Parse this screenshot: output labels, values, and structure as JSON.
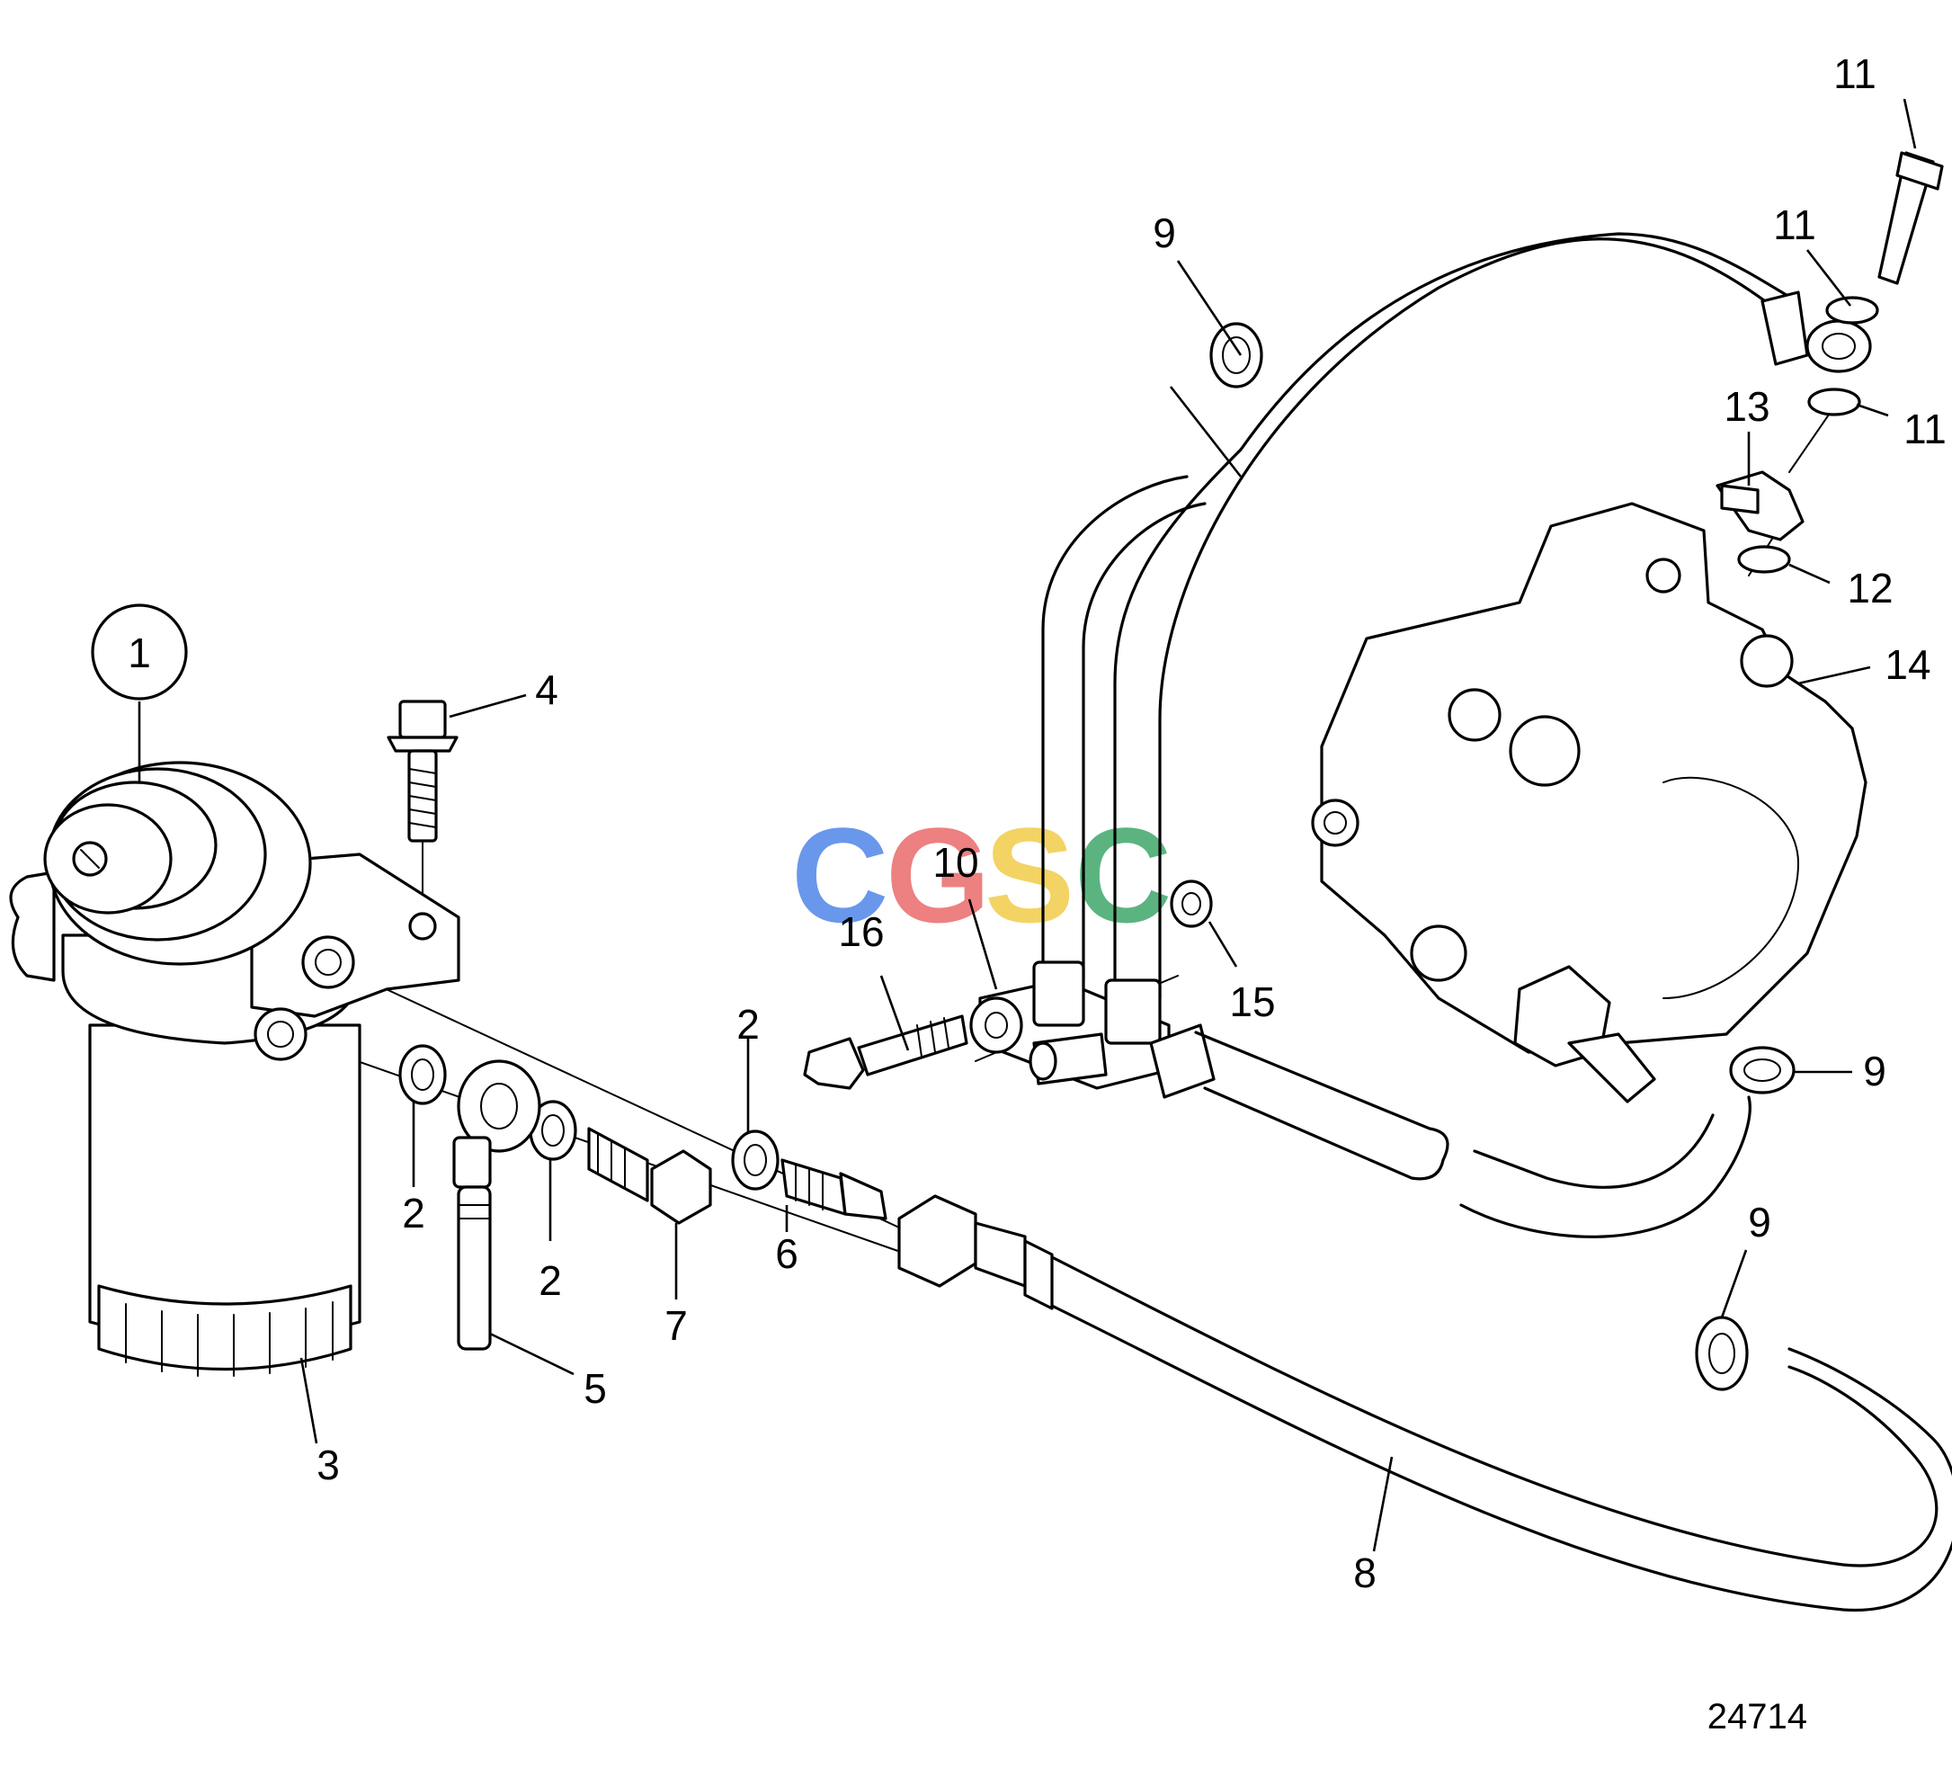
{
  "diagram": {
    "reference_number": "24714",
    "watermark": {
      "text": "CGSC",
      "letters": [
        "C",
        "G",
        "S",
        "C"
      ],
      "colors": [
        "#4f86e8",
        "#ea6b6b",
        "#f2cc4a",
        "#3fa86a"
      ]
    },
    "callouts": {
      "c1": "1",
      "c2a": "2",
      "c2b": "2",
      "c2c": "2",
      "c3": "3",
      "c4": "4",
      "c5": "5",
      "c6": "6",
      "c7": "7",
      "c8": "8",
      "c9a": "9",
      "c9b": "9",
      "c9c": "9",
      "c10": "10",
      "c11a": "11",
      "c11b": "11",
      "c11c": "11",
      "c12": "12",
      "c13": "13",
      "c14": "14",
      "c15": "15",
      "c16": "16"
    }
  }
}
